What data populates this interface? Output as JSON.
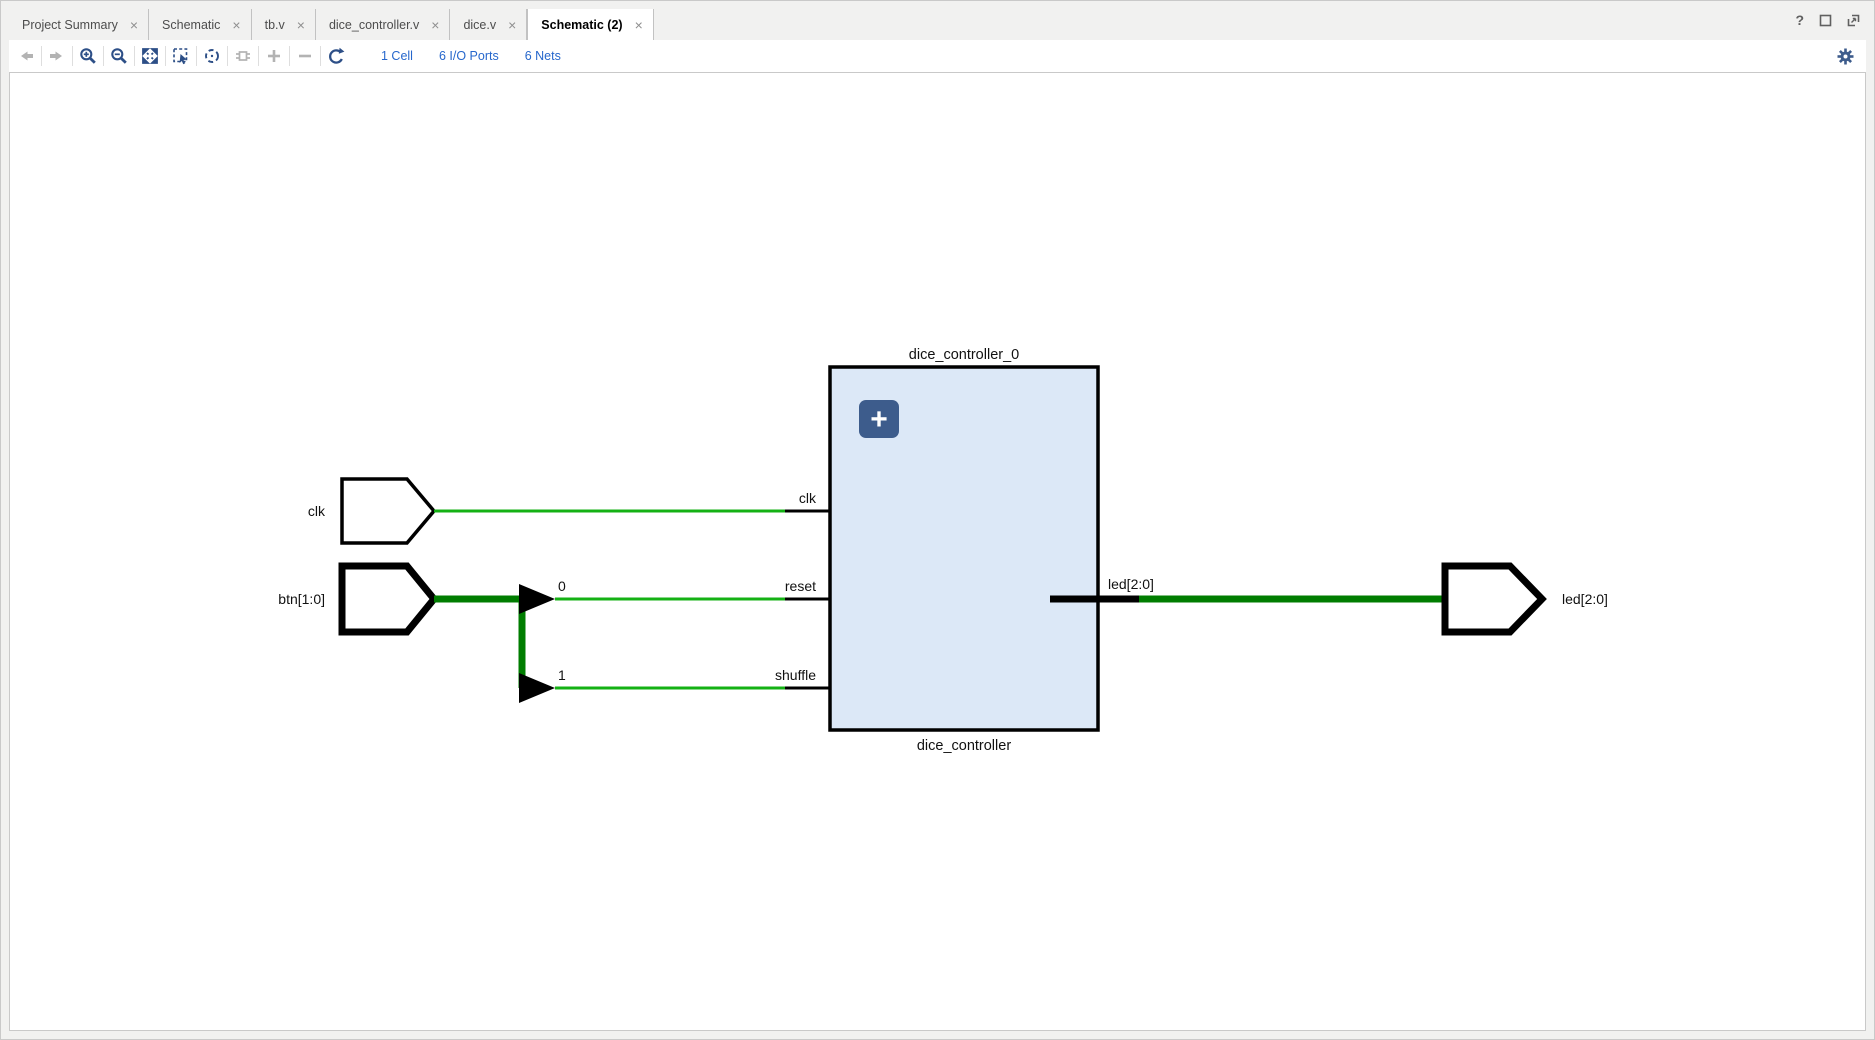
{
  "window": {
    "glyphs": {
      "close": "×",
      "help": "?"
    }
  },
  "tabs": [
    {
      "label": "Project Summary",
      "active": false
    },
    {
      "label": "Schematic",
      "active": false
    },
    {
      "label": "tb.v",
      "active": false
    },
    {
      "label": "dice_controller.v",
      "active": false
    },
    {
      "label": "dice.v",
      "active": false
    },
    {
      "label": "Schematic (2)",
      "active": true
    }
  ],
  "toolbar": {
    "icons": [
      "back",
      "forward",
      "zoom-in",
      "zoom-out",
      "zoom-fit",
      "zoom-to-selection",
      "zoom-to-cursor",
      "expand-cone",
      "add",
      "remove",
      "regenerate",
      "settings"
    ],
    "links": [
      {
        "label": "1 Cell"
      },
      {
        "label": "6 I/O Ports"
      },
      {
        "label": "6 Nets"
      }
    ]
  },
  "schematic": {
    "cell": {
      "instance_name": "dice_controller_0",
      "ref_name": "dice_controller",
      "expand_glyph": "+"
    },
    "ports": {
      "clk": "clk",
      "btn": "btn[1:0]",
      "led": "led[2:0]"
    },
    "pins": {
      "clk": "clk",
      "reset": "reset",
      "shuffle": "shuffle",
      "led": "led[2:0]"
    },
    "taps": {
      "bit0": "0",
      "bit1": "1"
    }
  },
  "colors": {
    "wire": "#14b114",
    "bus": "#007d00",
    "cell-fill": "#dce8f7",
    "navy": "#2d4f87",
    "accent-navy": "#3d5c8c",
    "link": "#2667cc",
    "disabled": "#b3b3b3"
  }
}
